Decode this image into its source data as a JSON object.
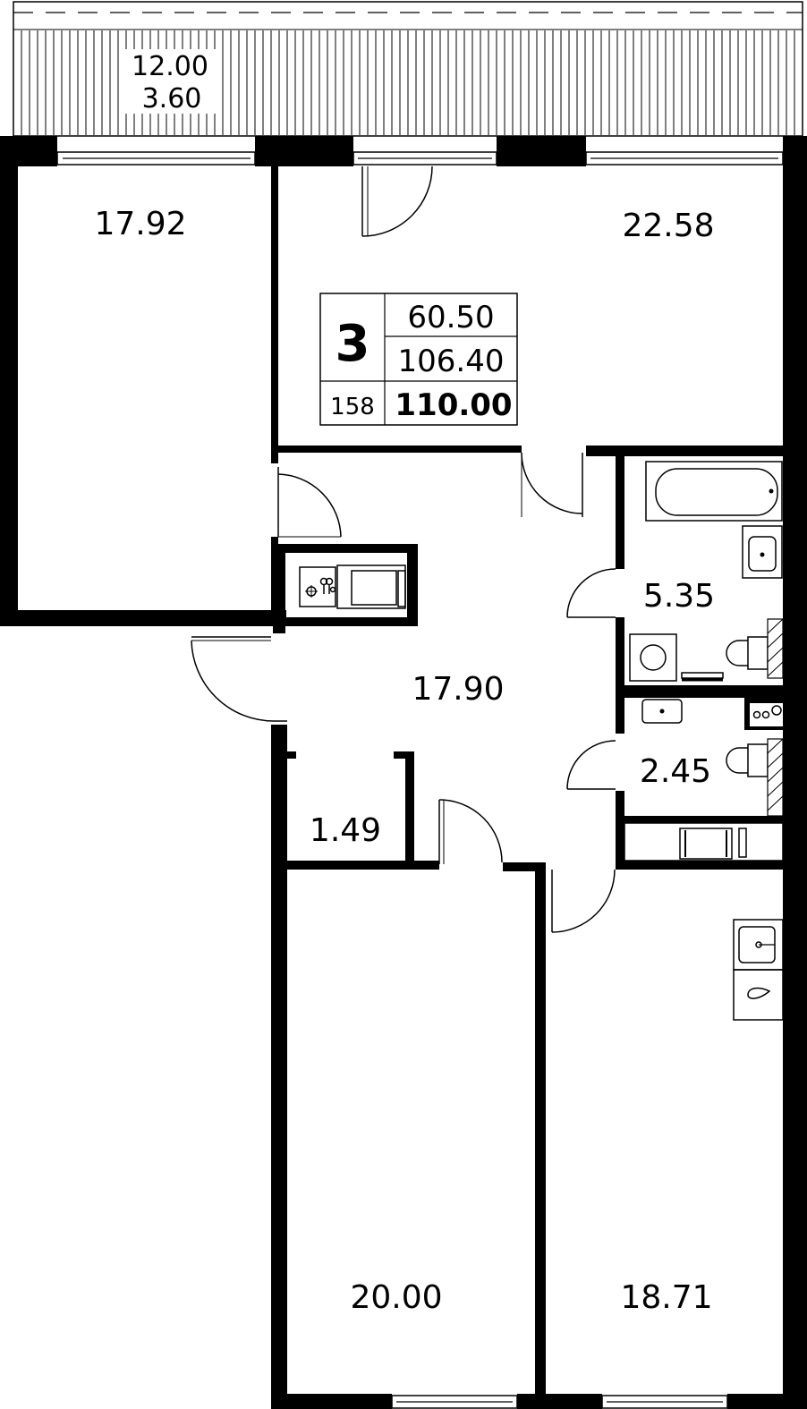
{
  "balcony": {
    "area": "12.00",
    "depth": "3.60"
  },
  "summary": {
    "rooms": "3",
    "living_area": "60.50",
    "total_area": "106.40",
    "number": "158",
    "full_area": "110.00"
  },
  "rooms": {
    "bedroom_left": "17.92",
    "living_room": "22.58",
    "hall": "17.90",
    "bathroom": "5.35",
    "wc": "2.45",
    "closet": "1.49",
    "bedroom_bottom": "20.00",
    "kitchen": "18.71"
  }
}
